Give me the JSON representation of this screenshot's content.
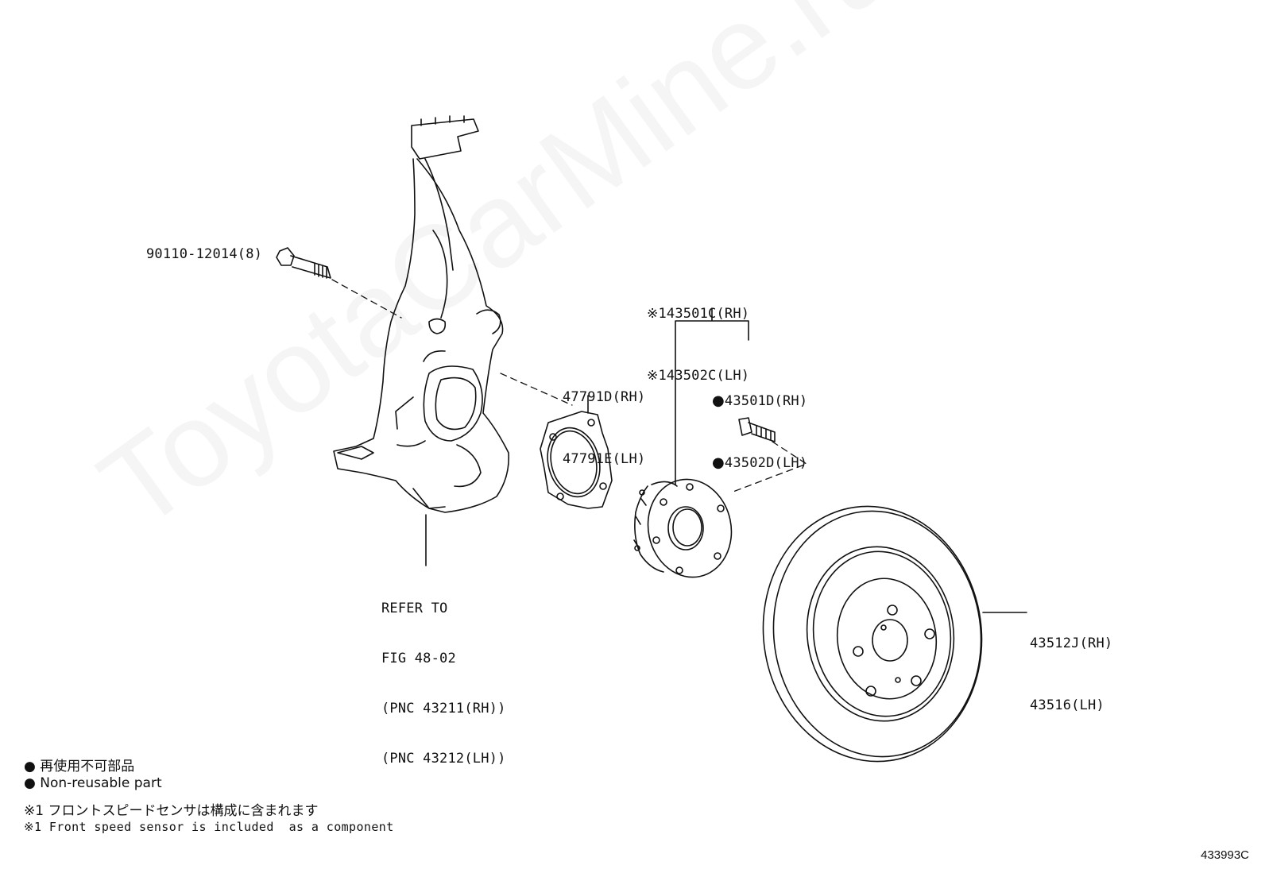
{
  "watermark": "ToyotaCarMine.ru",
  "figure_id": "433993C",
  "callouts": {
    "bolt": "90110-12014(8)",
    "hub_unit": [
      "※143501C(RH)",
      "※143502C(LH)"
    ],
    "hub_bolt": [
      "43501D(RH)",
      "43502D(LH)"
    ],
    "dust_cover": [
      "47791D(RH)",
      "47791E(LH)"
    ],
    "knuckle_ref": [
      "REFER TO",
      "FIG 48-02",
      "(PNC 43211(RH))",
      "(PNC 43212(LH))"
    ],
    "disc": [
      "43512J(RH)",
      "43516(LH)"
    ]
  },
  "non_reusable_mark": "●",
  "legend": [
    "● 再使用不可部品",
    "● Non-reusable part",
    "※1 フロントスピードセンサは構成に含まれます",
    "※1 Front speed sensor is included  as a component"
  ]
}
